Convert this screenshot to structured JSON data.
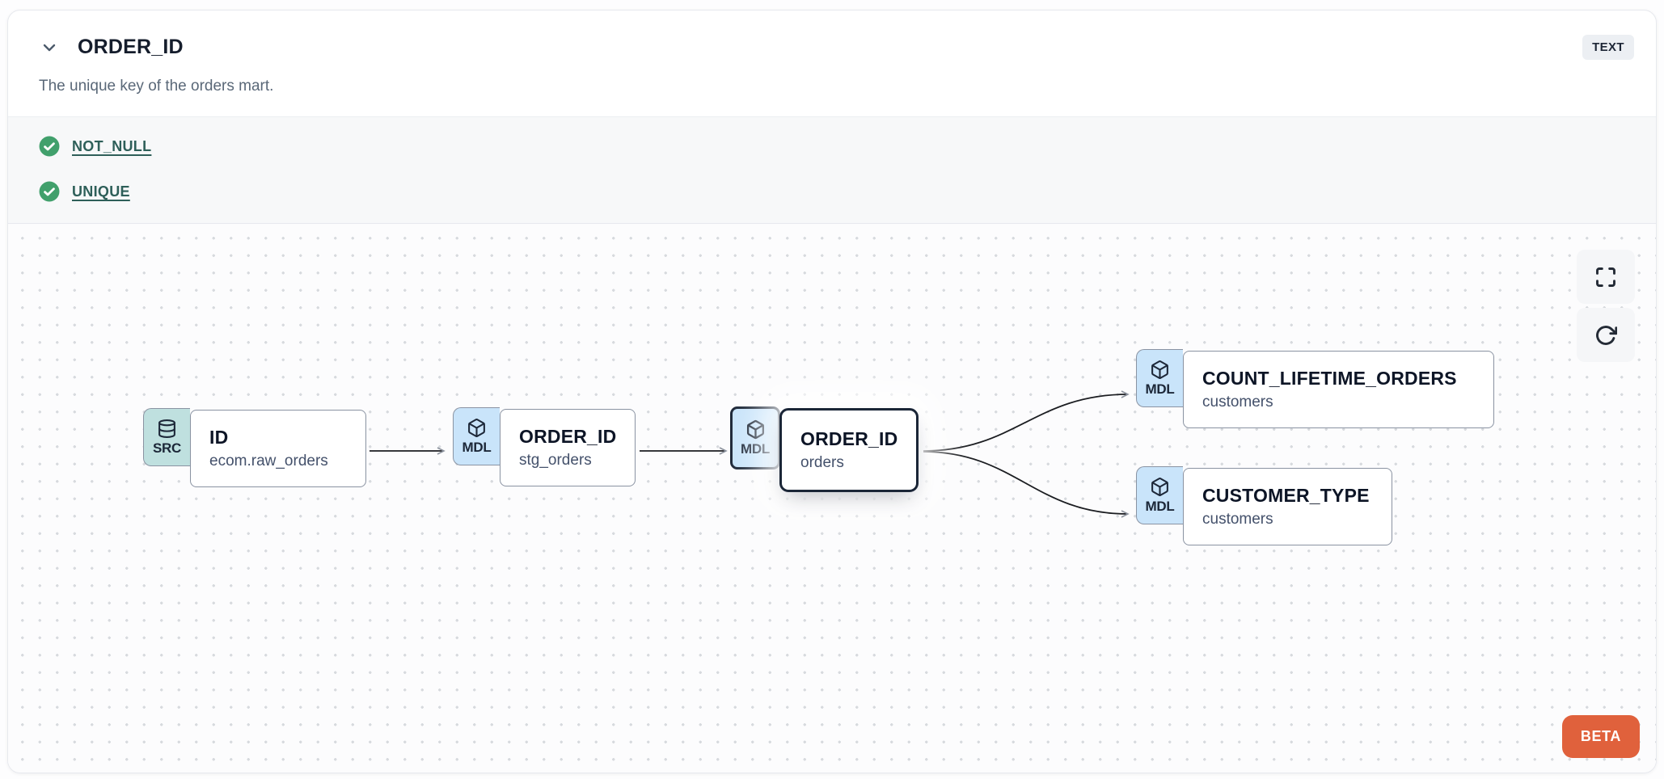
{
  "header": {
    "title": "ORDER_ID",
    "type_badge": "TEXT",
    "description": "The unique key of the orders mart."
  },
  "tests": [
    {
      "label": "NOT_NULL",
      "status": "pass"
    },
    {
      "label": "UNIQUE",
      "status": "pass"
    }
  ],
  "lineage": {
    "nodes": [
      {
        "badge": "SRC",
        "icon": "database-icon",
        "title": "ID",
        "subtitle": "ecom.raw_orders",
        "selected": false
      },
      {
        "badge": "MDL",
        "icon": "cube-icon",
        "title": "ORDER_ID",
        "subtitle": "stg_orders",
        "selected": false
      },
      {
        "badge": "MDL",
        "icon": "cube-icon",
        "title": "ORDER_ID",
        "subtitle": "orders",
        "selected": true
      },
      {
        "badge": "MDL",
        "icon": "cube-icon",
        "title": "COUNT_LIFETIME_ORDERS",
        "subtitle": "customers",
        "selected": false
      },
      {
        "badge": "MDL",
        "icon": "cube-icon",
        "title": "CUSTOMER_TYPE",
        "subtitle": "customers",
        "selected": false
      }
    ],
    "edges": [
      {
        "from": "ID (ecom.raw_orders)",
        "to": "ORDER_ID (stg_orders)"
      },
      {
        "from": "ORDER_ID (stg_orders)",
        "to": "ORDER_ID (orders)"
      },
      {
        "from": "ORDER_ID (orders)",
        "to": "COUNT_LIFETIME_ORDERS (customers)"
      },
      {
        "from": "ORDER_ID (orders)",
        "to": "CUSTOMER_TYPE (customers)"
      }
    ],
    "beta_label": "BETA"
  },
  "colors": {
    "test_pass_green": "#41a06c",
    "test_link_teal": "#2e5f59",
    "beta_orange": "#e0613c",
    "badge_src_teal": "#bfe0df",
    "badge_mdl_blue": "#c9e4fa",
    "selected_border": "#1b2637"
  }
}
